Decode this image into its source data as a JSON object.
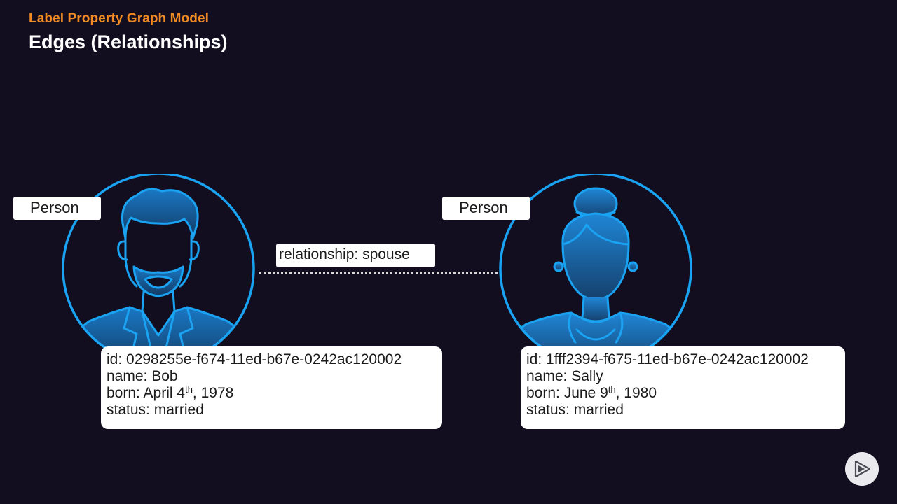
{
  "header": {
    "kicker": "Label Property Graph Model",
    "title": "Edges (Relationships)"
  },
  "colors": {
    "background": "#120e1f",
    "accent_orange": "#f28a24",
    "node_blue": "#1aa3f2",
    "card_white": "#ffffff"
  },
  "nodes": [
    {
      "label": "Person",
      "icon": "man-avatar-icon",
      "properties": {
        "id": "id: 0298255e-f674-11ed-b67e-0242ac120002",
        "name": "name: Bob",
        "born_prefix": "born: April 4",
        "born_sup": "th",
        "born_suffix": ", 1978",
        "status": "status: married"
      }
    },
    {
      "label": "Person",
      "icon": "woman-avatar-icon",
      "properties": {
        "id": "id: 1fff2394-f675-11ed-b67e-0242ac120002",
        "name": "name: Sally",
        "born_prefix": "born: June 9",
        "born_sup": "th",
        "born_suffix": ", 1980",
        "status": "status: married"
      }
    }
  ],
  "edge": {
    "label": "relationship: spouse"
  },
  "brand_icon": "pluralsight-play-icon"
}
